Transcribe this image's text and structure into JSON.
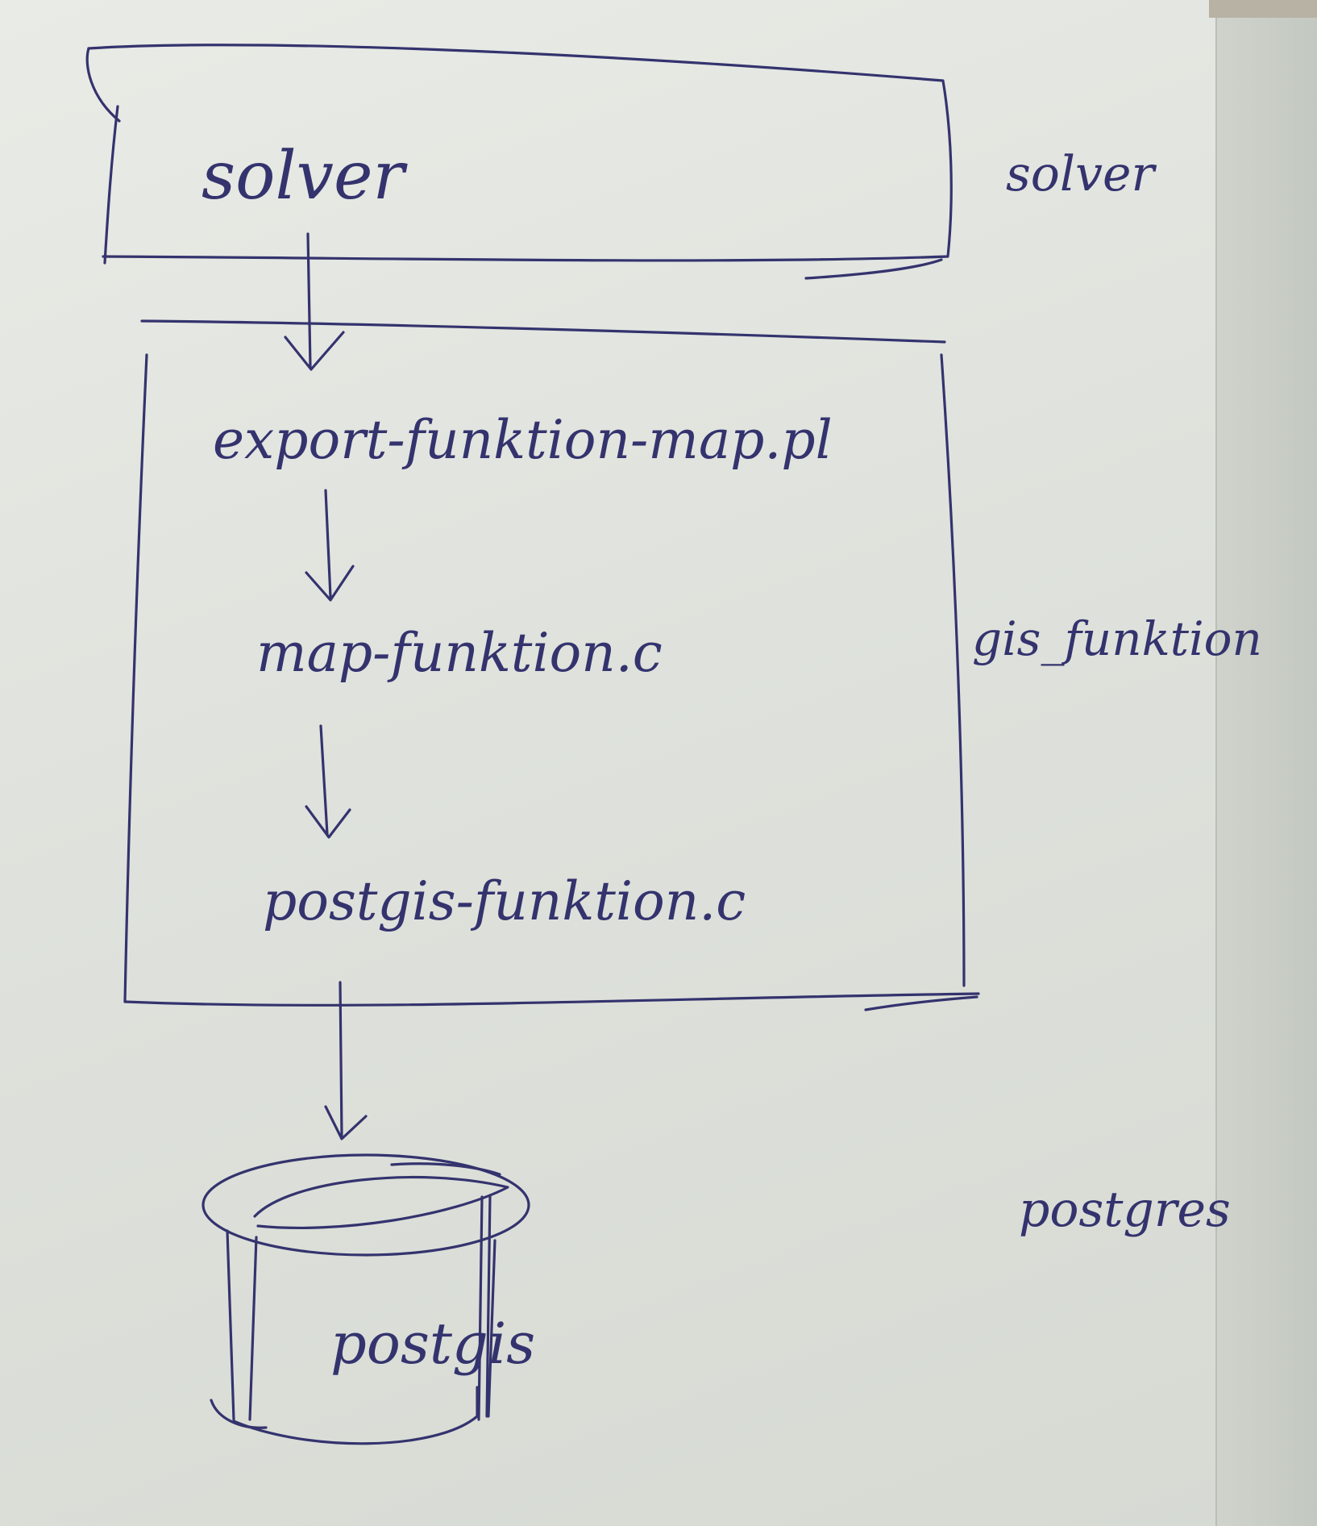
{
  "diagram": {
    "layers": [
      {
        "side_label": "solver",
        "components": [
          "solver"
        ]
      },
      {
        "side_label": "gis_funktion",
        "components": [
          "export-funktion-map.pl",
          "map-funktion.c",
          "postgis-funktion.c"
        ]
      },
      {
        "side_label": "postgres",
        "components": [
          "postgis"
        ]
      }
    ],
    "ink_color": "#34336e",
    "paper_color": "#e4e6e1"
  }
}
